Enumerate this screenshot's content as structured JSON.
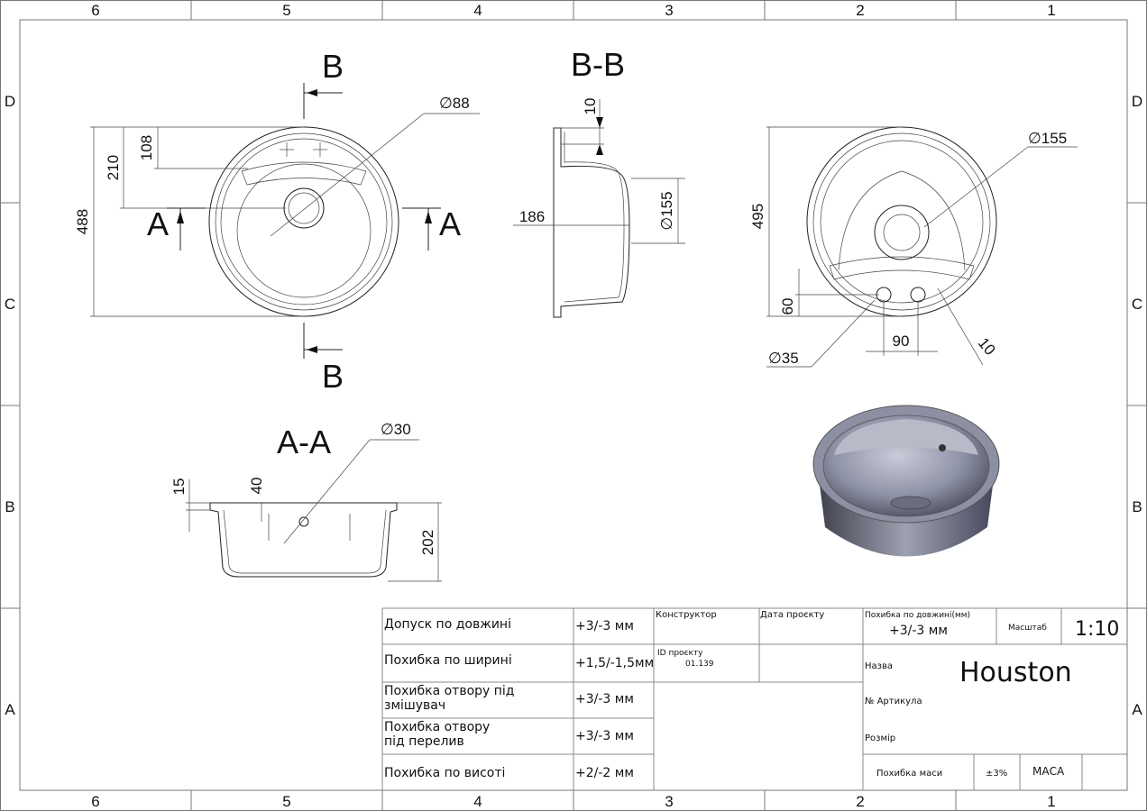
{
  "zones": {
    "columns": [
      "6",
      "5",
      "4",
      "3",
      "2",
      "1"
    ],
    "rows": [
      "D",
      "C",
      "B",
      "A"
    ]
  },
  "views": {
    "section_b_label": "B",
    "section_a_label": "A",
    "section_bb_title": "B-B",
    "section_aa_title": "A-A"
  },
  "dimensions": {
    "top_view": {
      "hole_dia": "∅88",
      "d108": "108",
      "d210": "210",
      "d488": "488"
    },
    "section_bb": {
      "d10": "10",
      "d186": "186",
      "d155": "∅155"
    },
    "bottom_view": {
      "drain_dia": "∅155",
      "d495": "495",
      "d60": "60",
      "d90": "90",
      "d10": "10",
      "overflow_dia": "∅35"
    },
    "section_aa": {
      "hole_dia": "∅30",
      "d15": "15",
      "d40": "40",
      "d202": "202"
    }
  },
  "title_block": {
    "tolerances": [
      {
        "label": "Допуск по довжині",
        "value": "+3/-3 мм"
      },
      {
        "label": "Похибка по ширині",
        "value": "+1,5/-1,5мм"
      },
      {
        "label": "Похибка отвору під змішувач",
        "value": "+3/-3 мм"
      },
      {
        "label": "Похибка отвору під перелив",
        "value": "+3/-3 мм"
      },
      {
        "label": "Похибка по висоті",
        "value": "+2/-2 мм"
      }
    ],
    "designer_label": "Конструктор",
    "date_label": "Дата проєкту",
    "project_id_label": "ID проєкту",
    "project_id": "01.139",
    "length_tolerance_label": "Похибка по довжині(мм)",
    "length_tolerance_value": "+3/-3 мм",
    "scale_label": "Масштаб",
    "scale_value": "1:10",
    "name_label": "Назва",
    "name_value": "Houston",
    "article_label": "№ Артикула",
    "size_label": "Розмір",
    "mass_tolerance_label": "Похибка маси",
    "mass_tolerance_value": "±3%",
    "mass_label": "МАСА"
  }
}
